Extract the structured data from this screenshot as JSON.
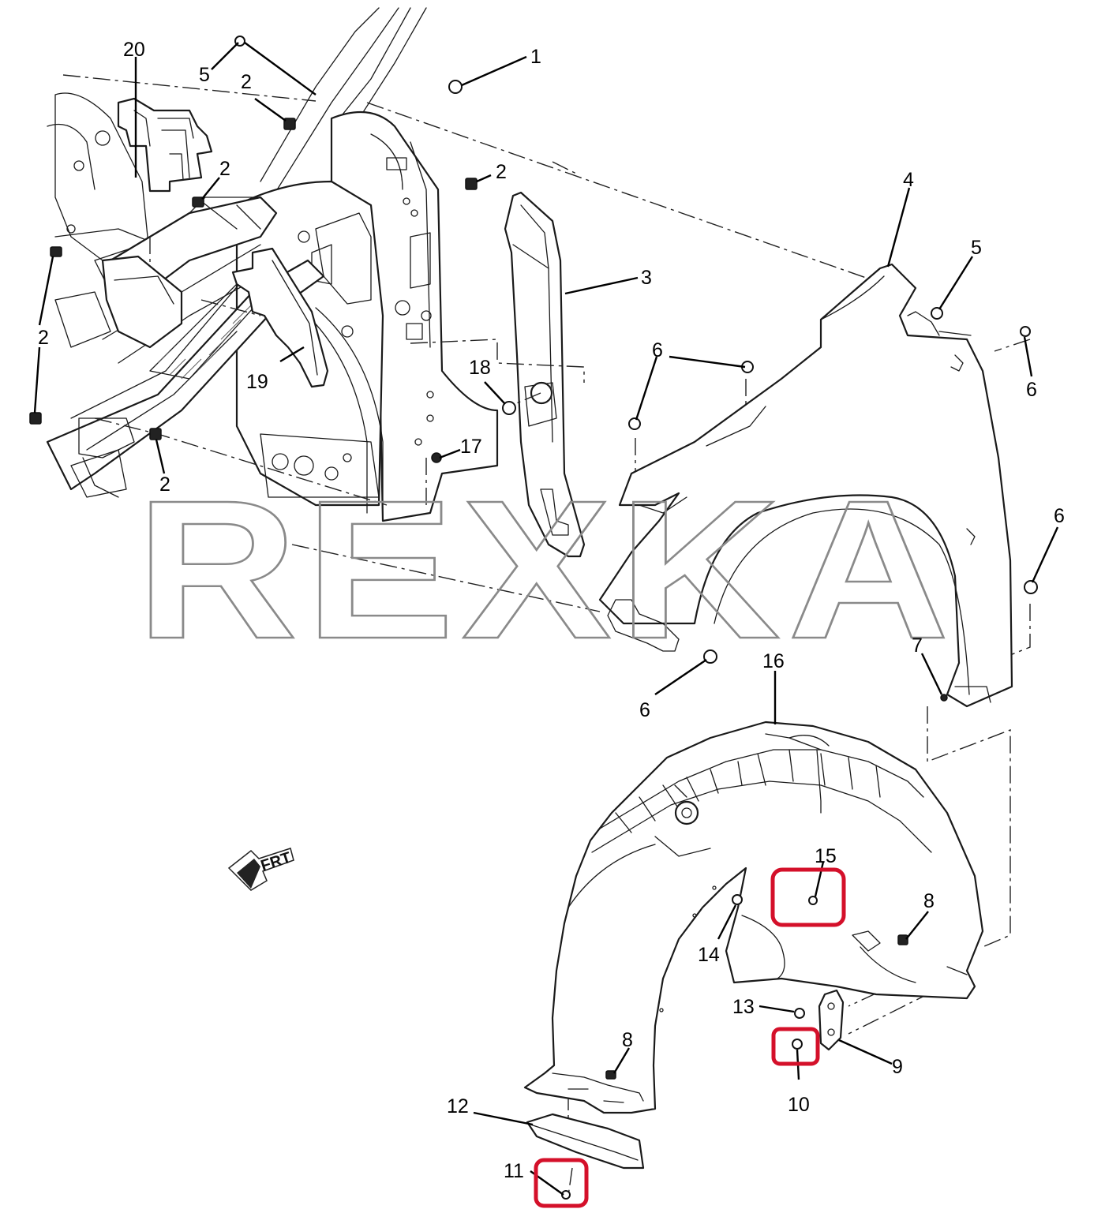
{
  "watermark": "REXKA",
  "direction_label": "FRT",
  "callouts": {
    "c1": "1",
    "c2a": "2",
    "c2b": "2",
    "c2c": "2",
    "c2d": "2",
    "c2e": "2",
    "c2f": "2",
    "c3": "3",
    "c4": "4",
    "c5a": "5",
    "c5b": "5",
    "c6a": "6",
    "c6b": "6",
    "c6c": "6",
    "c6d": "6",
    "c7": "7",
    "c8a": "8",
    "c8b": "8",
    "c9": "9",
    "c10": "10",
    "c11": "11",
    "c12": "12",
    "c13": "13",
    "c14": "14",
    "c15": "15",
    "c16": "16",
    "c17": "17",
    "c18": "18",
    "c19": "19",
    "c20": "20"
  },
  "highlighted_parts": [
    "15",
    "10",
    "11"
  ],
  "colors": {
    "highlight": "#d4102a",
    "linework": "#1a1a1a",
    "watermark": "#8a8a8a"
  }
}
